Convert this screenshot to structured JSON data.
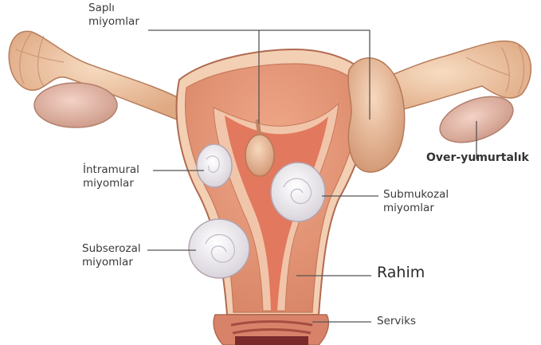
{
  "labels": {
    "sapli_line1": "Saplı",
    "sapli_line2": "miyomlar",
    "intramural_line1": "İntramural",
    "intramural_line2": "miyomlar",
    "subserozal_line1": "Subserozal",
    "subserozal_line2": "miyomlar",
    "over": "Over-yumurtalık",
    "submukozal_line1": "Submukozal",
    "submukozal_line2": "miyomlar",
    "rahim": "Rahim",
    "serviks": "Serviks"
  },
  "colors": {
    "tissue_light": "#f2c8a8",
    "tissue_mid": "#e8a080",
    "cavity": "#e07860",
    "ovary": "#e6b8a8",
    "fibroid": "#f3f1f4",
    "outline": "#b06a4f",
    "leader": "#555555"
  }
}
